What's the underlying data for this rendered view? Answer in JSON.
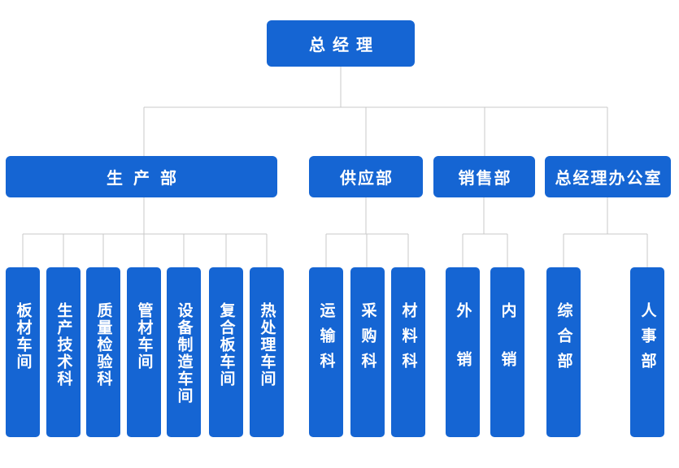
{
  "diagram": {
    "root": {
      "label": "总经理"
    },
    "departments": [
      {
        "label": "生产部",
        "children": [
          "板材车间",
          "生产技术科",
          "质量检验科",
          "管材车间",
          "设备制造车间",
          "复合板车间",
          "热处理车间"
        ]
      },
      {
        "label": "供应部",
        "children": [
          "运输科",
          "采购科",
          "材料科"
        ]
      },
      {
        "label": "销售部",
        "children": [
          "外销",
          "内销"
        ]
      },
      {
        "label": "总经理办公室",
        "children": [
          "综合部",
          "人事部"
        ]
      }
    ],
    "colors": {
      "box_fill": "#1565d3",
      "connector_line": "#c8c8c8",
      "text": "#ffffff",
      "background": "#ffffff"
    }
  }
}
